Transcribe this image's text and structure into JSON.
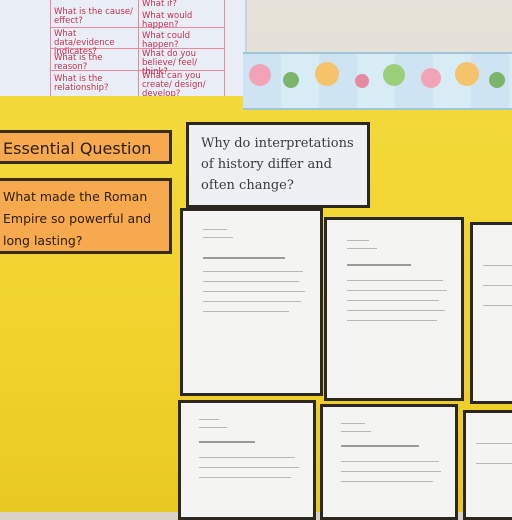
{
  "anchor_chart": {
    "left_column": [
      "What is the cause/ effect?",
      "What data/evidence indicates?",
      "What is the reason?",
      "What is the relationship?"
    ],
    "right_column": [
      "What if?",
      "What would happen?",
      "What could happen?",
      "What do you believe/ feel/ think?",
      "What can you create/ design/ develop?"
    ]
  },
  "essential_question": {
    "title": "Essential Question",
    "question": "What made the Roman Empire so powerful and long lasting?"
  },
  "interpretation_card": {
    "text": "Why do interpretations of history differ and often change?"
  },
  "colors": {
    "board": "#f0d22c",
    "question_card": "#f7a94d",
    "anchor_chart_ink": "#c0324d",
    "card_border": "#2d2722"
  }
}
